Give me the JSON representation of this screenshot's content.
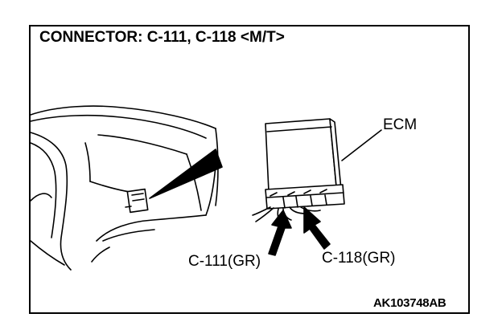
{
  "title": "CONNECTOR: C-111, C-118 <M/T>",
  "labels": {
    "ecm": "ECM",
    "connector_1": "C-111(GR)",
    "connector_2": "C-118(GR)"
  },
  "figure_id": "AK103748AB",
  "colors": {
    "line": "#000000",
    "background": "#ffffff"
  }
}
